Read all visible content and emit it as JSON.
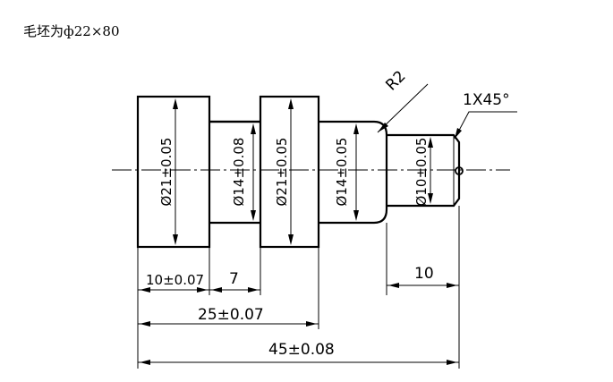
{
  "caption": "毛坯为ф22×80",
  "dimensions": {
    "dia_21_a": "Ø21±0.05",
    "dia_14_a": "Ø14±0.08",
    "dia_21_b": "Ø21±0.05",
    "dia_14_b": "Ø14±0.05",
    "dia_10": "Ø10±0.05",
    "len_10a": "10±0.07",
    "len_7": "7",
    "len_25": "25±0.07",
    "len_45": "45±0.08",
    "len_10b": "10",
    "radius": "R2",
    "chamfer": "1X45°"
  }
}
